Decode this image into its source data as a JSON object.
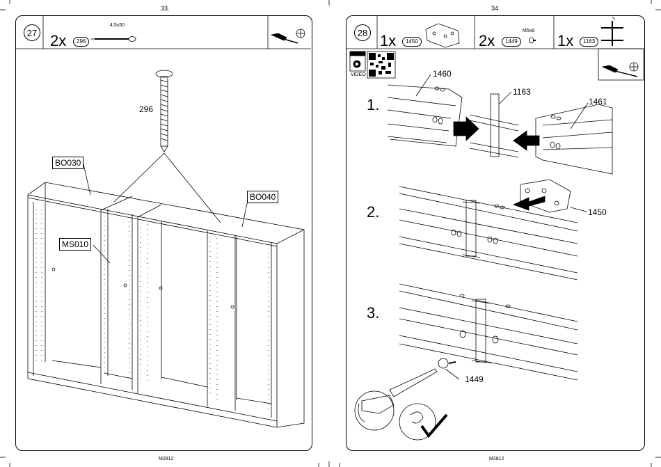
{
  "left_page": {
    "page_number": "33.",
    "step_number": "27",
    "part": {
      "quantity": "2x",
      "code": "296",
      "size": "4,5x50"
    },
    "callouts": {
      "screw": "296",
      "bo030": "BO030",
      "bo040": "BO040",
      "ms010": "MS010"
    },
    "footer": "M2812",
    "icons": [
      "screwdriver-icon",
      "phillips-head-icon"
    ]
  },
  "right_page": {
    "page_number": "34.",
    "step_number": "28",
    "parts": [
      {
        "quantity": "1x",
        "code": "1450"
      },
      {
        "quantity": "2x",
        "code": "1449",
        "size": "M5x8"
      },
      {
        "quantity": "1x",
        "code": "1163"
      }
    ],
    "video_label": "VIDEO",
    "substeps": [
      {
        "number": "1.",
        "callouts": [
          "1460",
          "1163",
          "1461"
        ]
      },
      {
        "number": "2.",
        "callouts": [
          "1450"
        ]
      },
      {
        "number": "3.",
        "callouts": [
          "1449"
        ]
      }
    ],
    "footer": "M2812",
    "icons": [
      "video-icon",
      "qr-code-icon",
      "screwdriver-icon",
      "phillips-head-icon",
      "checkmark-icon"
    ]
  }
}
